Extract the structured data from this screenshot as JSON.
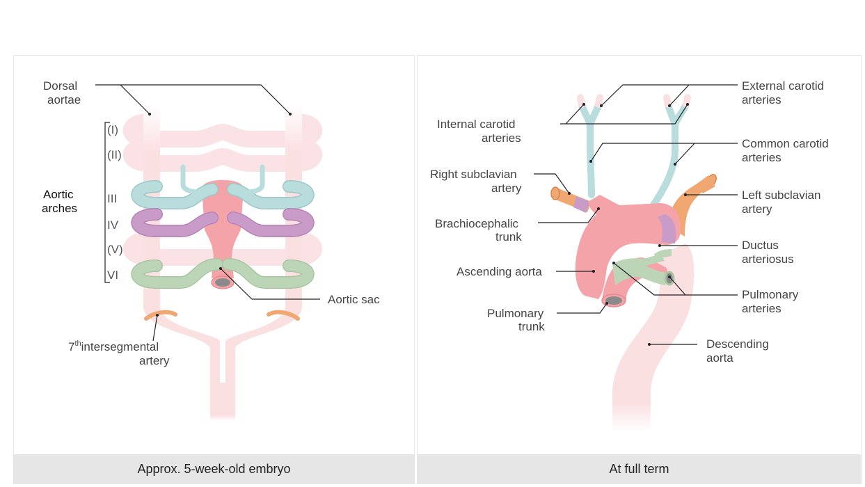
{
  "left_panel": {
    "caption": "Approx. 5-week-old embryo",
    "labels": {
      "dorsal_aortae_line1": "Dorsal",
      "dorsal_aortae_line2": "aortae",
      "aortic_arches_line1": "Aortic",
      "aortic_arches_line2": "arches",
      "aortic_sac": "Aortic sac",
      "seventh_prefix": "7",
      "seventh_sup": "th",
      "seventh_rest": "intersegmental",
      "seventh_line2": "artery"
    },
    "arch_numerals": [
      "(I)",
      "(II)",
      "III",
      "IV",
      "(V)",
      "VI"
    ]
  },
  "right_panel": {
    "caption": "At full term",
    "labels": {
      "external_carotid_line1": "External carotid",
      "external_carotid_line2": "arteries",
      "internal_carotid_line1": "Internal carotid",
      "internal_carotid_line2": "arteries",
      "common_carotid_line1": "Common carotid",
      "common_carotid_line2": "arteries",
      "right_subclavian_line1": "Right subclavian",
      "right_subclavian_line2": "artery",
      "left_subclavian_line1": "Left subclavian",
      "left_subclavian_line2": "artery",
      "brachiocephalic_line1": "Brachiocephalic",
      "brachiocephalic_line2": "trunk",
      "ductus_line1": "Ductus",
      "ductus_line2": "arteriosus",
      "ascending_aorta": "Ascending aorta",
      "pulmonary_arteries_line1": "Pulmonary",
      "pulmonary_arteries_line2": "arteries",
      "pulmonary_trunk_line1": "Pulmonary",
      "pulmonary_trunk_line2": "trunk",
      "descending_line1": "Descending",
      "descending_line2": "aorta"
    }
  },
  "colors": {
    "aorta_pink": "#f4a3a8",
    "aorta_faint": "#fbe0e2",
    "arch_III_blue": "#b9dcdc",
    "arch_IV_purple": "#c99bc8",
    "arch_VI_green": "#bcd5b6",
    "subclavian_orange": "#f1a772",
    "caption_bg": "#e6e6e6"
  }
}
